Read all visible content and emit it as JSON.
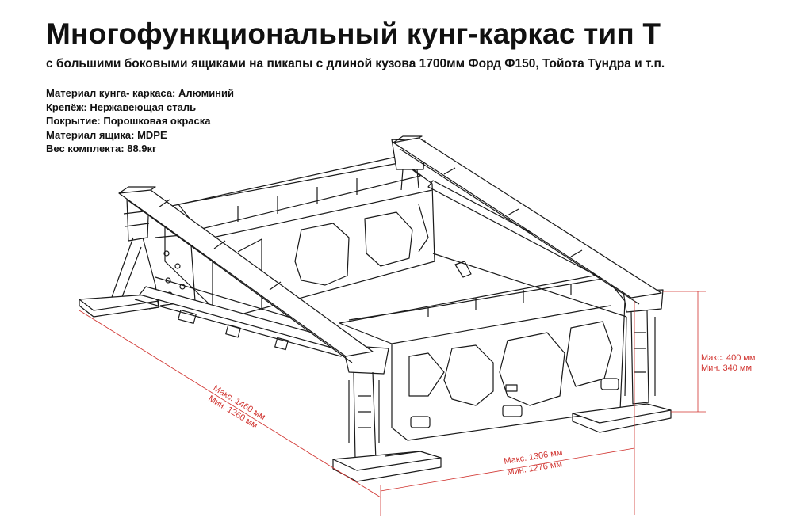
{
  "title": "Многофункциональный кунг-каркас тип Т",
  "subtitle": "с большими боковыми ящиками на пикапы с длиной кузова 1700мм Форд Ф150, Тойота Тундра и т.п.",
  "specs": [
    "Материал кунга- каркаса: Алюминий",
    "Крепёж: Нержавеющая сталь",
    "Покрытие: Порошковая окраска",
    "Материал ящика: MDPE",
    "Вес комплекта: 88.9кг"
  ],
  "dimensions": {
    "height": {
      "max": "Макс. 400 мм",
      "min": "Мин. 340 мм"
    },
    "length": {
      "max": "Макс. 1460 мм",
      "min": "Мин. 1260 мм"
    },
    "width": {
      "max": "Макс. 1306 мм",
      "min": "Мин. 1276 мм"
    }
  },
  "colors": {
    "dimension": "#d0312d",
    "drawing": "#1a1a1a"
  }
}
